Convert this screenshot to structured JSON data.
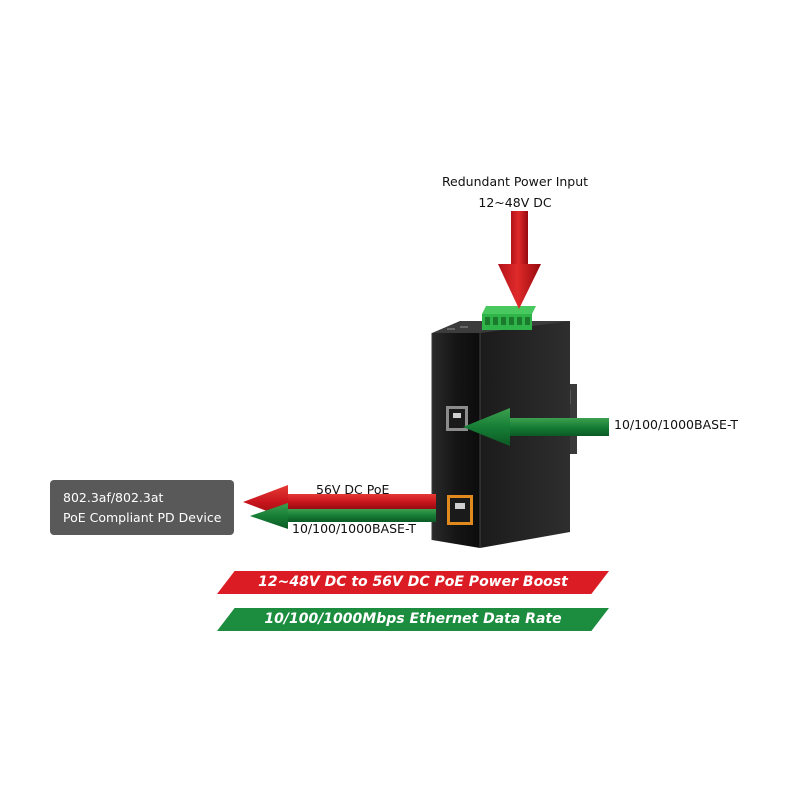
{
  "power_input": {
    "title": "Redundant Power Input",
    "voltage": "12~48V DC"
  },
  "uplink": {
    "label": "10/100/1000BASE-T"
  },
  "poe_output": {
    "power_label": "56V DC PoE",
    "data_label": "10/100/1000BASE-T"
  },
  "pd_device": {
    "line1": "802.3af/802.3at",
    "line2": "PoE Compliant PD Device"
  },
  "features": {
    "power_boost": "12~48V DC to 56V DC PoE Power Boost",
    "data_rate": "10/100/1000Mbps Ethernet Data Rate"
  },
  "colors": {
    "red_arrow": "#dc1c24",
    "green_arrow": "#1c8c3e",
    "device_body": "#1c1c1c",
    "terminal_block": "#2fb44a",
    "pd_box": "#595959"
  }
}
